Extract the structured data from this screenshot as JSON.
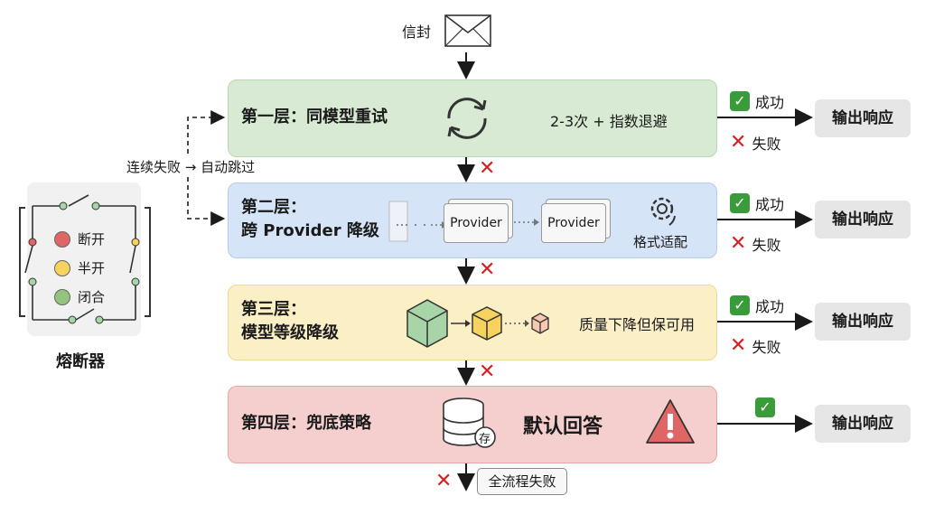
{
  "envelope_label": "信封",
  "layers": [
    {
      "title": "第一层：同模型重试",
      "note": "2-3次 + 指数退避"
    },
    {
      "title_line1": "第二层：",
      "title_line2": "跨 Provider 降级",
      "provider_a": "Provider",
      "provider_b": "Provider",
      "note": "格式适配"
    },
    {
      "title_line1": "第三层：",
      "title_line2": "模型等级降级",
      "note": "质量下降但保可用"
    },
    {
      "title": "第四层：兜底策略",
      "note": "默认回答",
      "db_badge": "存"
    }
  ],
  "outcomes": {
    "success": "成功",
    "failure": "失败",
    "output": "输出响应"
  },
  "skip_label": "连续失败 → 自动跳过",
  "breaker": {
    "title": "熔断器",
    "states": [
      {
        "label": "断开",
        "color": "#e06666"
      },
      {
        "label": "半开",
        "color": "#f6d25e"
      },
      {
        "label": "闭合",
        "color": "#93c47d"
      }
    ]
  },
  "final_label": "全流程失败",
  "colors": {
    "success": "#3a9b3a",
    "failure": "#d62020"
  }
}
